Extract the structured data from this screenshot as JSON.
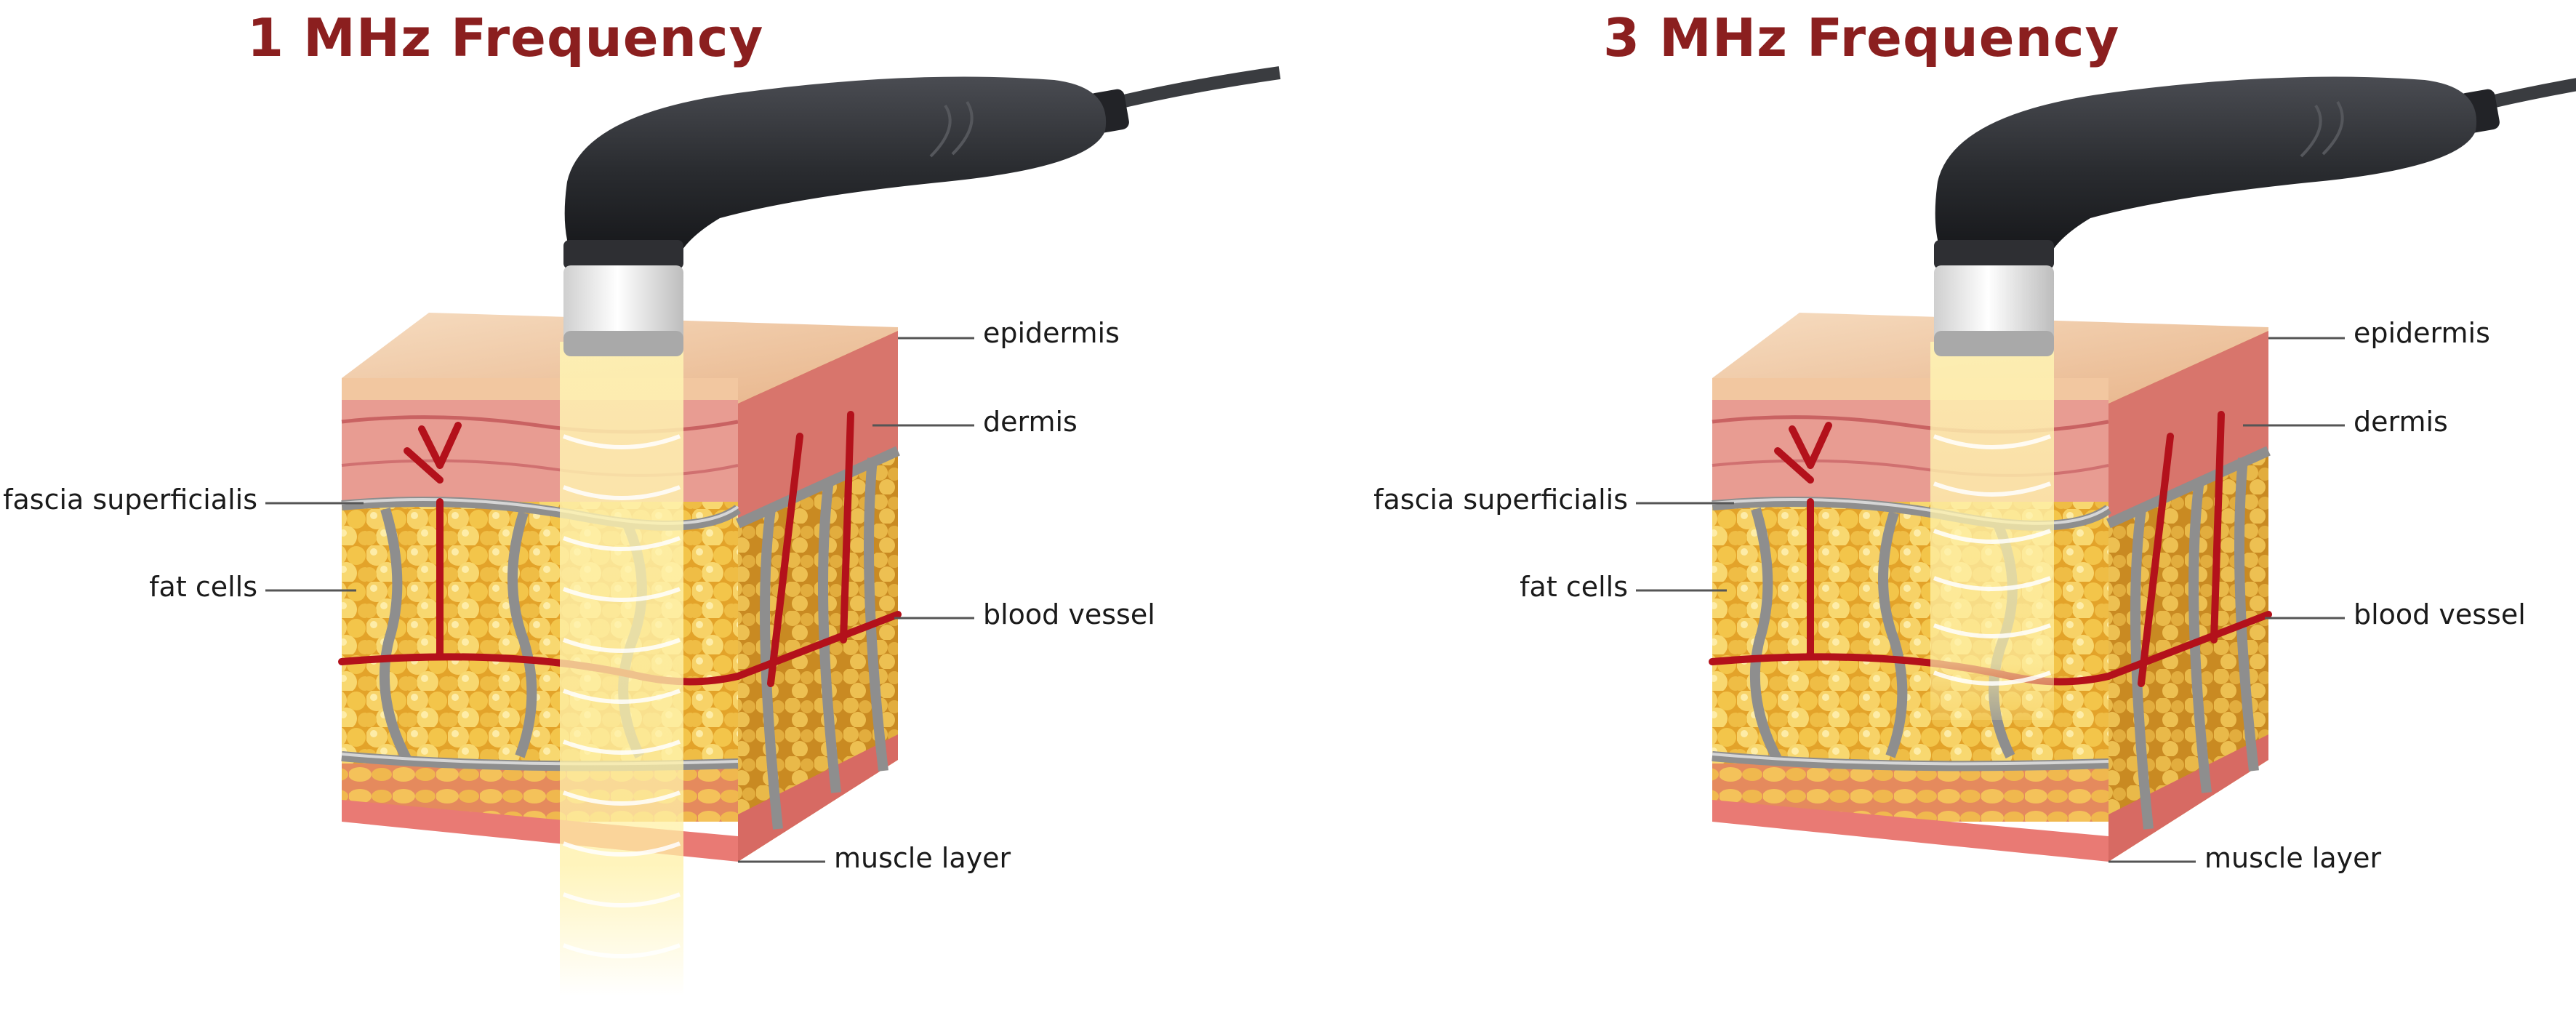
{
  "panels": [
    {
      "title": "1 MHz Frequency",
      "labels": {
        "epidermis": "epidermis",
        "dermis": "dermis",
        "fascia": "fascia superficialis",
        "fat": "fat cells",
        "vessel": "blood vessel",
        "muscle": "muscle layer"
      }
    },
    {
      "title": "3 MHz Frequency",
      "labels": {
        "epidermis": "epidermis",
        "dermis": "dermis",
        "fascia": "fascia superficialis",
        "fat": "fat cells",
        "vessel": "blood vessel",
        "muscle": "muscle layer"
      }
    }
  ],
  "colors": {
    "title": "#8b1f1f",
    "skin": "#f0c9a3",
    "dermis": "#e79a90",
    "fat": "#f4c94a",
    "muscle": "#e97a74",
    "vessel": "#b3111b",
    "fascia": "#8e8e8e",
    "probe": "#2b2d31",
    "beam": "#fff1a6"
  }
}
